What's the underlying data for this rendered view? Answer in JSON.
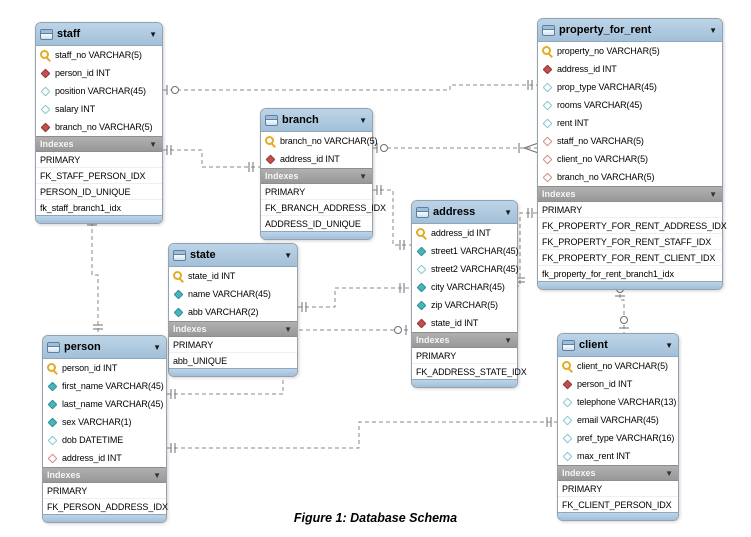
{
  "figure": {
    "caption": "Figure 1: Database Schema"
  },
  "ui": {
    "collapse_arrow": "▼"
  },
  "colors": {
    "header_blue": "#aecbe3",
    "indexes_gray": "#a0a0a0",
    "primary_key_yellow": "#e3ac25",
    "notnull_teal": "#49b4bc",
    "foreign_key_red": "#c0504d",
    "line_gray": "#8a8a8a"
  },
  "tables": [
    {
      "id": "staff",
      "name": "staff",
      "indexes_label": "Indexes",
      "columns": [
        {
          "icon": "key",
          "text": "staff_no VARCHAR(5)"
        },
        {
          "icon": "fk_notnull",
          "text": "person_id INT"
        },
        {
          "icon": "nullable",
          "text": "position VARCHAR(45)"
        },
        {
          "icon": "nullable",
          "text": "salary INT"
        },
        {
          "icon": "fk_notnull",
          "text": "branch_no VARCHAR(5)"
        }
      ],
      "indexes": [
        "PRIMARY",
        "FK_STAFF_PERSON_IDX",
        "PERSON_ID_UNIQUE",
        "fk_staff_branch1_idx"
      ]
    },
    {
      "id": "branch",
      "name": "branch",
      "indexes_label": "Indexes",
      "columns": [
        {
          "icon": "key",
          "text": "branch_no VARCHAR(5)"
        },
        {
          "icon": "fk_notnull",
          "text": "address_id INT"
        }
      ],
      "indexes": [
        "PRIMARY",
        "FK_BRANCH_ADDRESS_IDX",
        "ADDRESS_ID_UNIQUE"
      ]
    },
    {
      "id": "property_for_rent",
      "name": "property_for_rent",
      "indexes_label": "Indexes",
      "columns": [
        {
          "icon": "key",
          "text": "property_no VARCHAR(5)"
        },
        {
          "icon": "fk_notnull",
          "text": "address_id INT"
        },
        {
          "icon": "nullable",
          "text": "prop_type VARCHAR(45)"
        },
        {
          "icon": "nullable",
          "text": "rooms VARCHAR(45)"
        },
        {
          "icon": "nullable",
          "text": "rent INT"
        },
        {
          "icon": "fk_nullable",
          "text": "staff_no VARCHAR(5)"
        },
        {
          "icon": "fk_nullable",
          "text": "client_no VARCHAR(5)"
        },
        {
          "icon": "fk_nullable",
          "text": "branch_no VARCHAR(5)"
        }
      ],
      "indexes": [
        "PRIMARY",
        "FK_PROPERTY_FOR_RENT_ADDRESS_IDX",
        "FK_PROPERTY_FOR_RENT_STAFF_IDX",
        "FK_PROPERTY_FOR_RENT_CLIENT_IDX",
        "fk_property_for_rent_branch1_idx"
      ]
    },
    {
      "id": "state",
      "name": "state",
      "indexes_label": "Indexes",
      "columns": [
        {
          "icon": "key",
          "text": "state_id INT"
        },
        {
          "icon": "notnull",
          "text": "name VARCHAR(45)"
        },
        {
          "icon": "notnull",
          "text": "abb VARCHAR(2)"
        }
      ],
      "indexes": [
        "PRIMARY",
        "abb_UNIQUE"
      ]
    },
    {
      "id": "address",
      "name": "address",
      "indexes_label": "Indexes",
      "columns": [
        {
          "icon": "key",
          "text": "address_id INT"
        },
        {
          "icon": "notnull",
          "text": "street1 VARCHAR(45)"
        },
        {
          "icon": "nullable",
          "text": "street2 VARCHAR(45)"
        },
        {
          "icon": "notnull",
          "text": "city VARCHAR(45)"
        },
        {
          "icon": "notnull",
          "text": "zip VARCHAR(5)"
        },
        {
          "icon": "fk_notnull",
          "text": "state_id INT"
        }
      ],
      "indexes": [
        "PRIMARY",
        "FK_ADDRESS_STATE_IDX"
      ]
    },
    {
      "id": "person",
      "name": "person",
      "indexes_label": "Indexes",
      "columns": [
        {
          "icon": "key",
          "text": "person_id INT"
        },
        {
          "icon": "notnull",
          "text": "first_name VARCHAR(45)"
        },
        {
          "icon": "notnull",
          "text": "last_name VARCHAR(45)"
        },
        {
          "icon": "notnull",
          "text": "sex VARCHAR(1)"
        },
        {
          "icon": "nullable",
          "text": "dob DATETIME"
        },
        {
          "icon": "fk_nullable",
          "text": "address_id INT"
        }
      ],
      "indexes": [
        "PRIMARY",
        "FK_PERSON_ADDRESS_IDX"
      ]
    },
    {
      "id": "client",
      "name": "client",
      "indexes_label": "Indexes",
      "columns": [
        {
          "icon": "key",
          "text": "client_no VARCHAR(5)"
        },
        {
          "icon": "fk_notnull",
          "text": "person_id INT"
        },
        {
          "icon": "nullable",
          "text": "telephone VARCHAR(13)"
        },
        {
          "icon": "nullable",
          "text": "email VARCHAR(45)"
        },
        {
          "icon": "nullable",
          "text": "pref_type VARCHAR(16)"
        },
        {
          "icon": "nullable",
          "text": "max_rent INT"
        }
      ],
      "indexes": [
        "PRIMARY",
        "FK_CLIENT_PERSON_IDX"
      ]
    }
  ],
  "relationships": [
    {
      "from": "staff",
      "to": "property_for_rent"
    },
    {
      "from": "staff",
      "to": "branch"
    },
    {
      "from": "staff",
      "to": "person"
    },
    {
      "from": "branch",
      "to": "property_for_rent"
    },
    {
      "from": "branch",
      "to": "address"
    },
    {
      "from": "state",
      "to": "address"
    },
    {
      "from": "address",
      "to": "property_for_rent"
    },
    {
      "from": "person",
      "to": "address"
    },
    {
      "from": "person",
      "to": "client"
    },
    {
      "from": "client",
      "to": "property_for_rent"
    }
  ]
}
